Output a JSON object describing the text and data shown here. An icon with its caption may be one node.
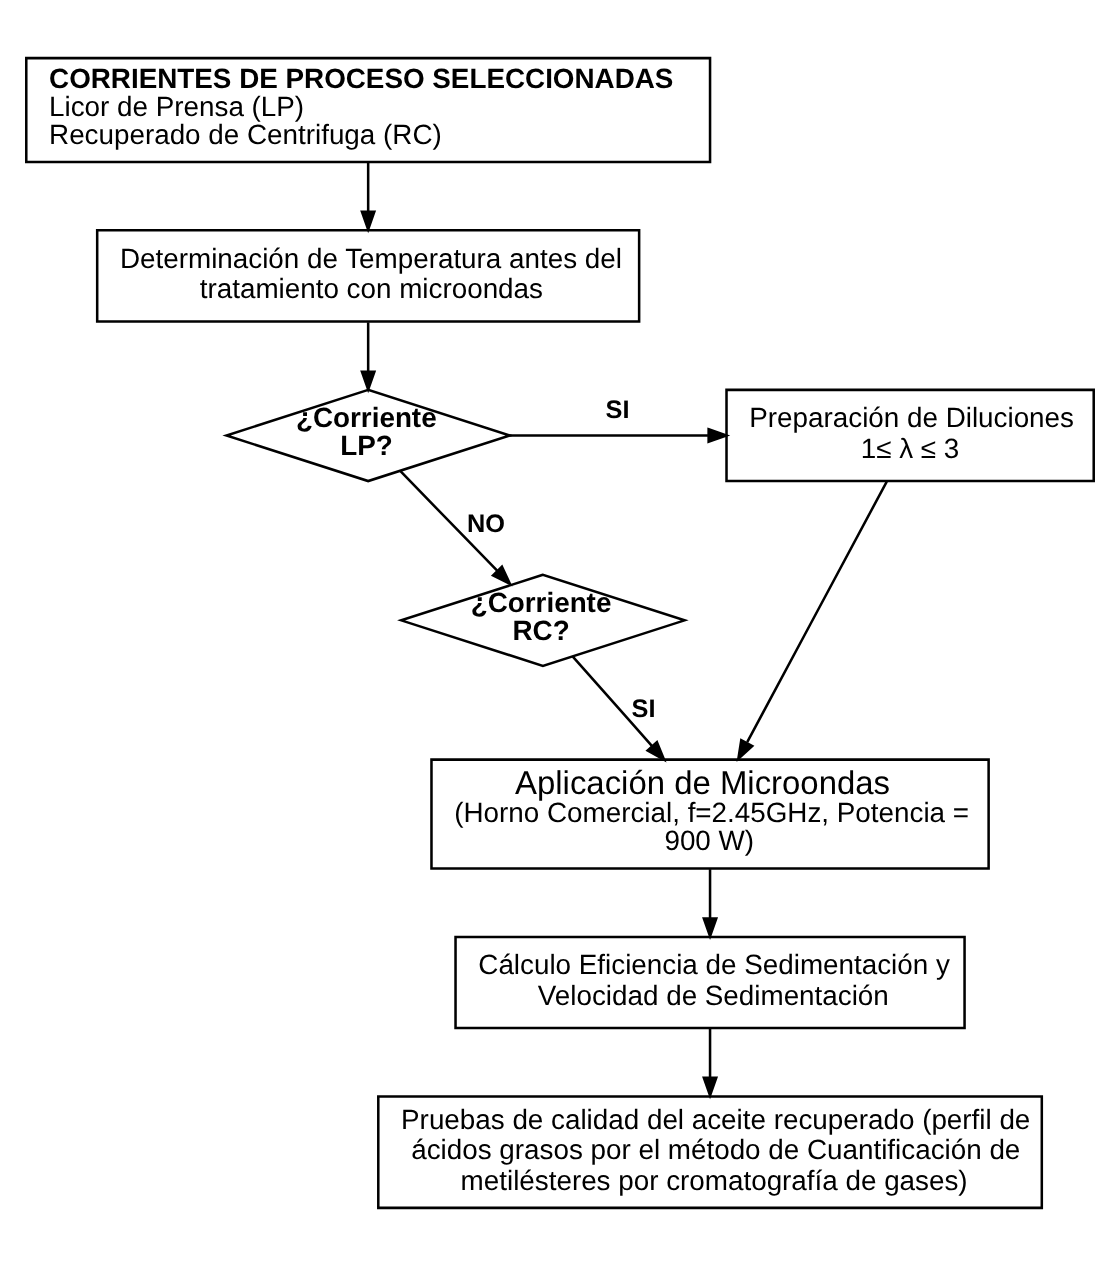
{
  "diagram": {
    "nodes": [
      {
        "text": [
          "CORRIENTES DE PROCESO SELECCIONADAS",
          "Licor de Prensa (LP)",
          "Recuperado de Centrifuga (RC)"
        ]
      },
      {
        "text": [
          "Determinación de Temperatura antes del  tratamiento con microondas"
        ]
      },
      {
        "text": [
          "¿Corriente LP?"
        ]
      },
      {
        "text": [
          "Preparación de Diluciones 1≤ λ ≤ 3"
        ]
      },
      {
        "text": [
          "¿Corriente RC?"
        ]
      },
      {
        "text": [
          "Aplicación de Microondas",
          "(Horno Comercial, f=2.45GHz, Potencia = 900 W)"
        ]
      },
      {
        "text": [
          "Cálculo Eficiencia de Sedimentación y Velocidad de Sedimentación"
        ]
      },
      {
        "text": [
          "Pruebas de calidad del aceite recuperado (perfil de ácidos grasos por el método de Cuantificación de metilésteres por cromatografía de gases)"
        ]
      }
    ],
    "edges": [
      {
        "from": 0,
        "to": 1,
        "arrow": "to"
      },
      {
        "from": 1,
        "to": 2,
        "arrow": "to"
      },
      {
        "from": 2,
        "to": 3,
        "arrow": "to",
        "label": "SI"
      },
      {
        "from": 2,
        "to": 4,
        "arrow": "to",
        "label": "NO"
      },
      {
        "from": 4,
        "to": 5,
        "arrow": "to",
        "label": "SI"
      },
      {
        "from": 3,
        "to": 5,
        "arrow": "to"
      },
      {
        "from": 5,
        "to": 6,
        "arrow": "to"
      },
      {
        "from": 6,
        "to": 7,
        "arrow": "to"
      }
    ]
  }
}
